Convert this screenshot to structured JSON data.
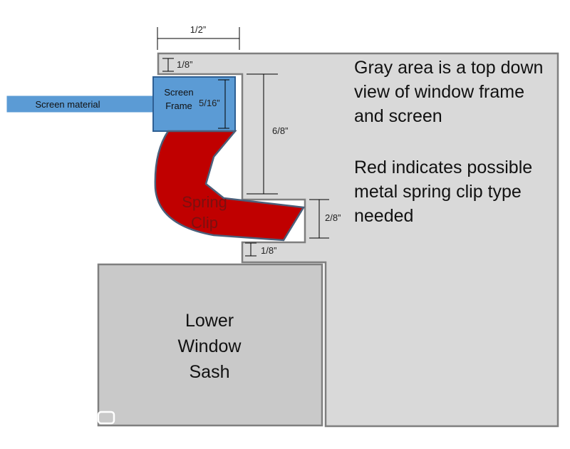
{
  "colors": {
    "frame_gray": "#d9d9d9",
    "frame_outline": "#7f7f7f",
    "sash_gray": "#c9c9c9",
    "screen_blue": "#5b9bd5",
    "screen_blue_outline": "#2e5f93",
    "clip_red": "#c00000",
    "clip_outline": "#4a5f7a"
  },
  "dimensions": {
    "top_width": "1/2”",
    "top_gap": "1/8”",
    "frame_height": "5/16”",
    "channel_depth": "6/8”",
    "notch_height": "2/8”",
    "bottom_gap": "1/8”"
  },
  "labels": {
    "screen_material": "Screen material",
    "screen_frame_line1": "Screen",
    "screen_frame_line2": "Frame",
    "spring_clip_line1": "Spring",
    "spring_clip_line2": "Clip",
    "sash_line1": "Lower",
    "sash_line2": "Window",
    "sash_line3": "Sash"
  },
  "notes": {
    "gray_area": [
      "Gray area is a top down",
      "view of window frame",
      "and screen"
    ],
    "red_area": [
      "Red indicates possible",
      "metal spring clip type",
      "needed"
    ]
  }
}
